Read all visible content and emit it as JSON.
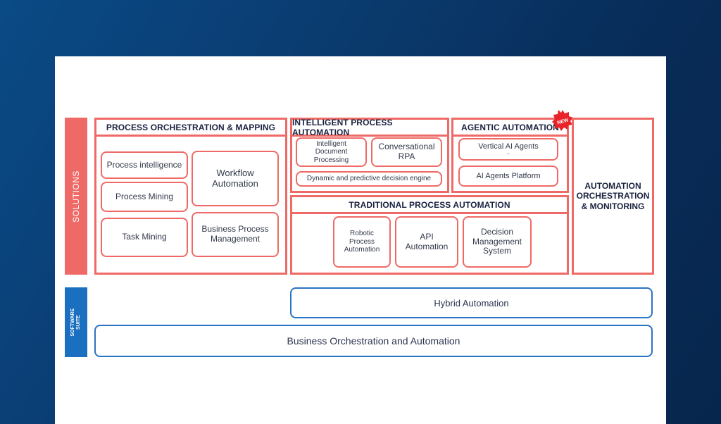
{
  "side_labels": {
    "solutions": "SOLUTIONS",
    "software_suite": "SOFTWARE SUITE"
  },
  "process_orchestration": {
    "title": "PROCESS ORCHESTRATION & MAPPING",
    "items": [
      "Process intelligence",
      "Process Mining",
      "Task Mining",
      "Workflow Automation",
      "Business Process Management"
    ]
  },
  "intelligent_process_automation": {
    "title": "INTELLIGENT PROCESS AUTOMATION",
    "items": [
      "Intelligent Document Processing",
      "Conversational RPA",
      "Dynamic and predictive decision engine"
    ]
  },
  "agentic_automation": {
    "title": "AGENTIC AUTOMATION",
    "badge": "NEW",
    "items": [
      "Vertical AI Agents",
      "AI Agents Platform"
    ],
    "item_marker": "-"
  },
  "traditional_process_automation": {
    "title": "TRADITIONAL PROCESS AUTOMATION",
    "items": [
      "Robotic Process Automation",
      "API Automation",
      "Decision Management System"
    ]
  },
  "automation_orchestration": {
    "title": "AUTOMATION ORCHESTRATION & MONITORING"
  },
  "software_suite": {
    "hybrid": "Hybrid Automation",
    "business": "Business Orchestration and Automation"
  },
  "colors": {
    "solutions_accent": "#ef6a66",
    "suite_accent": "#1b6fc0",
    "background": "#0a3c70",
    "badge": "#e8232a"
  }
}
